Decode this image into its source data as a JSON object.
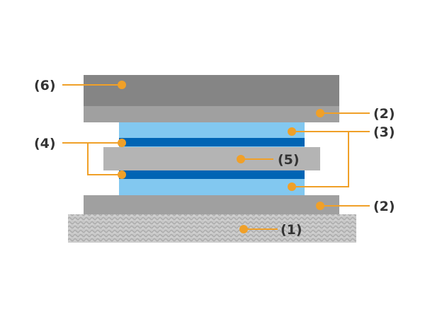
{
  "labels": {
    "l1": "(1)",
    "l2_top": "(2)",
    "l2_bottom": "(2)",
    "l3": "(3)",
    "l4": "(4)",
    "l5": "(5)",
    "l6": "(6)"
  },
  "colors": {
    "layer6": "#858585",
    "layer2": "#a0a0a0",
    "layer3": "#82c8f0",
    "layer4": "#0064b4",
    "layer5": "#b4b4b4",
    "layer1": "#bdbdbd",
    "leader": "#f0a028",
    "text": "#333333"
  }
}
